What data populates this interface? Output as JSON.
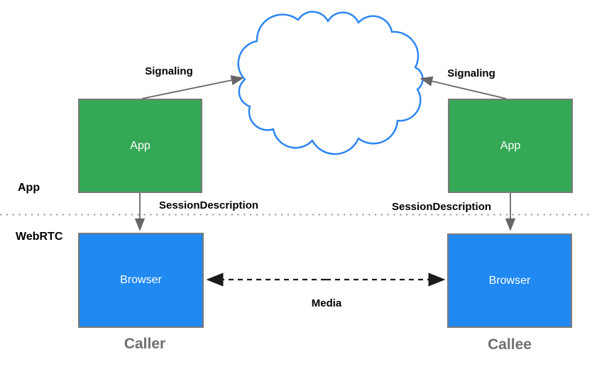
{
  "diagram": {
    "nodes": {
      "caller_app": {
        "label": "App"
      },
      "callee_app": {
        "label": "App"
      },
      "caller_browser": {
        "label": "Browser"
      },
      "callee_browser": {
        "label": "Browser"
      }
    },
    "edge_labels": {
      "signaling_left": "Signaling",
      "signaling_right": "Signaling",
      "session_description_left": "SessionDescription",
      "session_description_right": "SessionDescription",
      "media": "Media"
    },
    "layer_labels": {
      "app": "App",
      "webrtc": "WebRTC"
    },
    "role_labels": {
      "caller": "Caller",
      "callee": "Callee"
    },
    "shapes": {
      "cloud": "signaling-network-cloud"
    },
    "colors": {
      "background": "#FFFFFF",
      "app_node_fill": "#35A856",
      "browser_node_fill": "#2089F2",
      "node_border": "#797979",
      "node_text": "#FFFFFF",
      "cloud_stroke": "#2E86F2",
      "solid_arrow": "#666666",
      "dashed_arrow": "#1A1A1A",
      "edge_label_text": "#000000",
      "role_label_text": "#6F6F6F",
      "divider_dots": "#999999"
    }
  }
}
